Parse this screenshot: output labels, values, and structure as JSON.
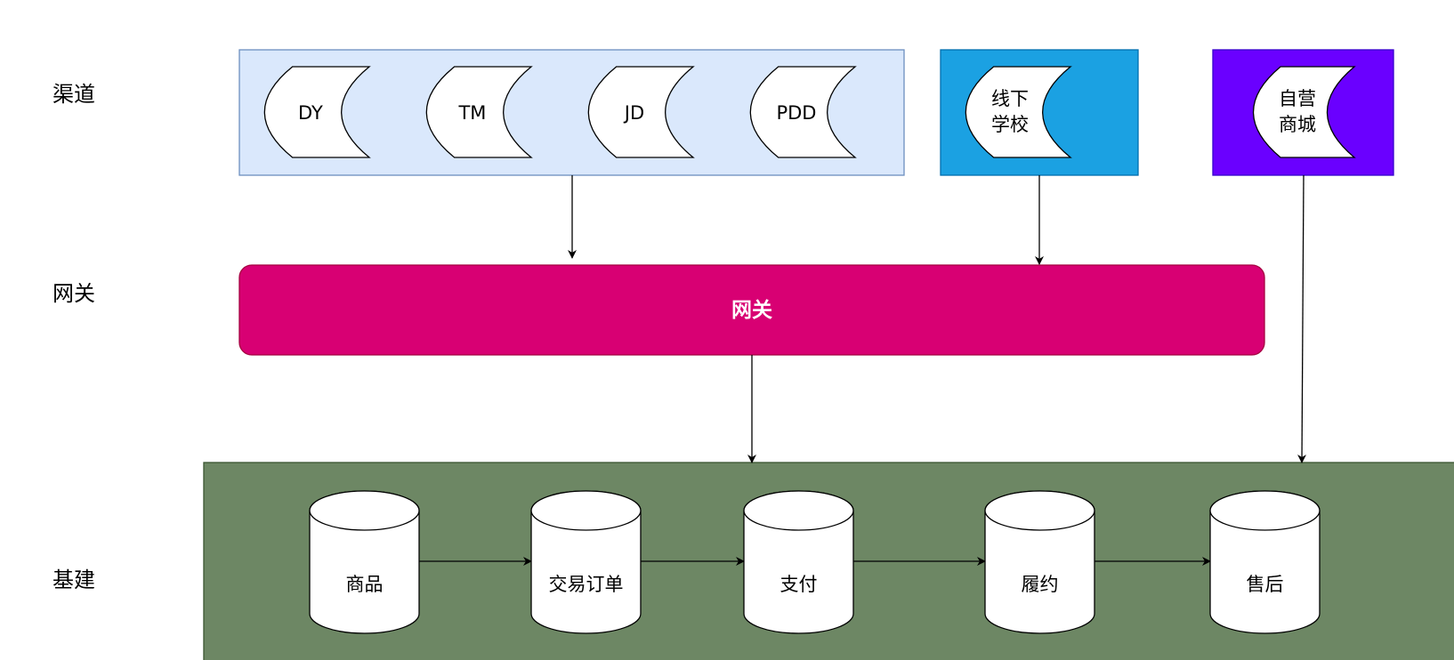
{
  "colors": {
    "channel_group_fill": "#dae8fc",
    "channel_group_stroke": "#6c8ebf",
    "offline_fill": "#1ba1e2",
    "offline_stroke": "#006eaf",
    "selfrun_fill": "#6a00ff",
    "selfrun_stroke": "#3700cc",
    "gateway_fill": "#d80073",
    "gateway_stroke": "#a50040",
    "infra_fill": "#6d8764",
    "infra_stroke": "#3a5431",
    "shape_fill": "#ffffff",
    "line": "#000000"
  },
  "lanes": [
    {
      "id": "channel",
      "label": "渠道"
    },
    {
      "id": "gateway",
      "label": "网关"
    },
    {
      "id": "infra",
      "label": "基建"
    }
  ],
  "channels": {
    "group": [
      {
        "label": "DY"
      },
      {
        "label": "TM"
      },
      {
        "label": "JD"
      },
      {
        "label": "PDD"
      }
    ],
    "offline": {
      "lines": [
        "线下",
        "学校"
      ]
    },
    "selfrun": {
      "lines": [
        "自营",
        "商城"
      ]
    }
  },
  "gateway": {
    "label": "网关"
  },
  "infra": {
    "nodes": [
      {
        "label": "商品"
      },
      {
        "label": "交易订单"
      },
      {
        "label": "支付"
      },
      {
        "label": "履约"
      },
      {
        "label": "售后"
      }
    ]
  },
  "edges": [
    {
      "from": "channel-group",
      "to": "gateway"
    },
    {
      "from": "offline-school",
      "to": "gateway"
    },
    {
      "from": "self-run-mall",
      "to": "infra-aftersale"
    },
    {
      "from": "gateway",
      "to": "infra-payment"
    },
    {
      "from": "商品",
      "to": "交易订单"
    },
    {
      "from": "交易订单",
      "to": "支付"
    },
    {
      "from": "支付",
      "to": "履约"
    },
    {
      "from": "履约",
      "to": "售后"
    }
  ]
}
